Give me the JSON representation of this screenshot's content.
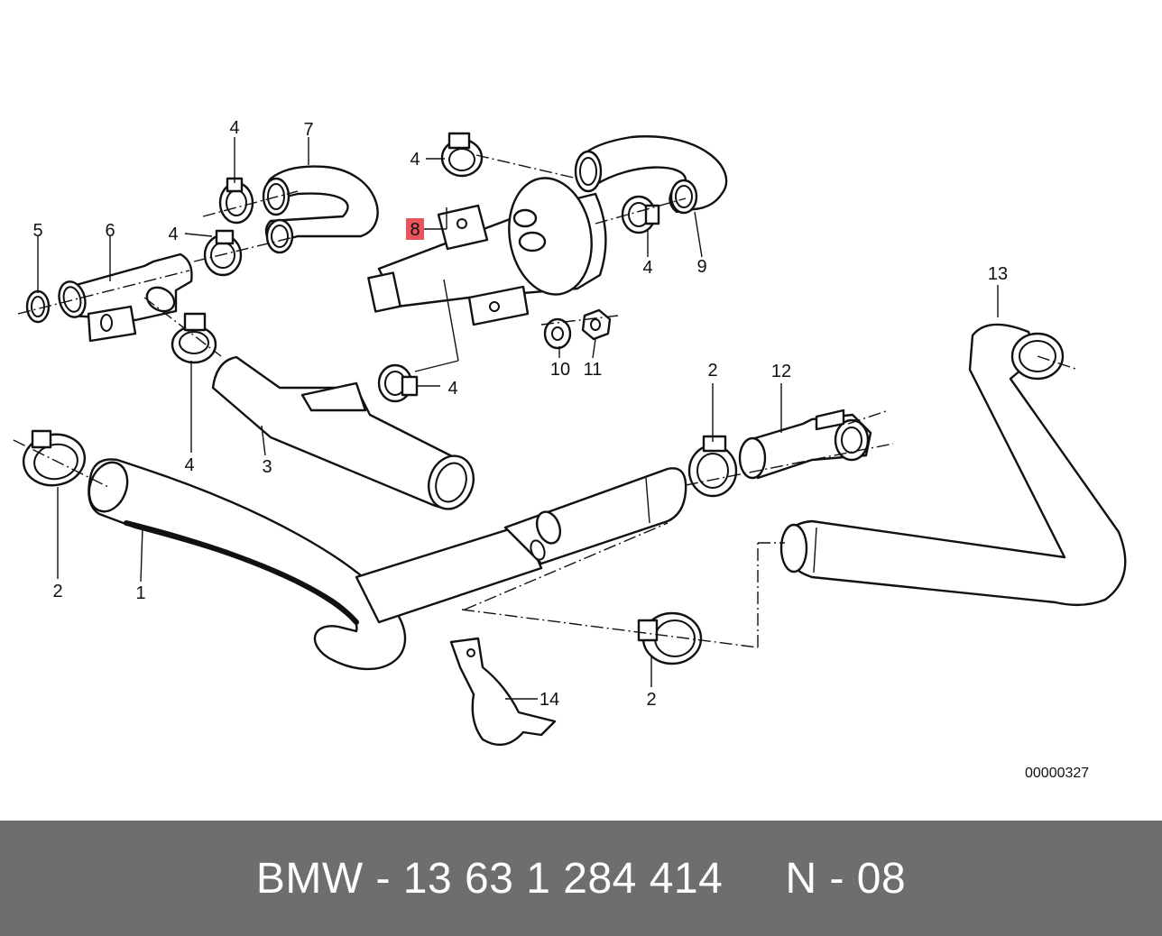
{
  "diagram": {
    "callouts": {
      "c1": "1",
      "c2a": "2",
      "c2b": "2",
      "c2c": "2",
      "c3": "3",
      "c4a": "4",
      "c4b": "4",
      "c4c": "4",
      "c4d": "4",
      "c4e": "4",
      "c4f": "4",
      "c5": "5",
      "c6": "6",
      "c7": "7",
      "c8": "8",
      "c9": "9",
      "c10": "10",
      "c11": "11",
      "c12": "12",
      "c13": "13",
      "c14": "14"
    },
    "highlight_color": "#e8545a",
    "document_number": "00000327"
  },
  "footer": {
    "text": "BMW - 13 63 1 284 414     N - 08",
    "background_color": "#6e6e6e",
    "text_color": "#ffffff"
  }
}
